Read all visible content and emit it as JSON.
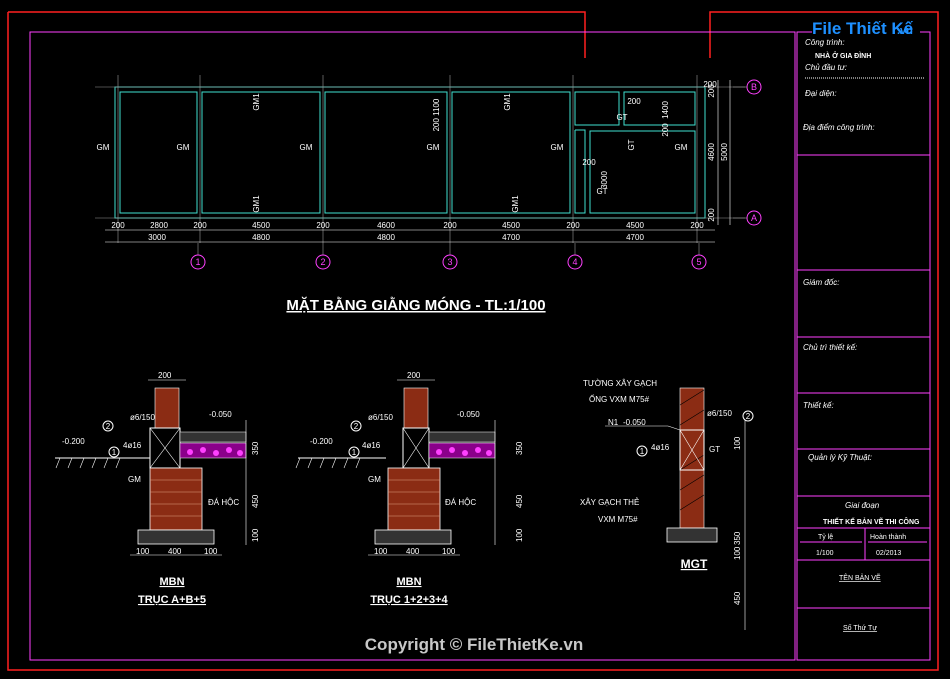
{
  "watermark": {
    "brand_a": "File",
    "brand_b": "Thiết Kế",
    "brand_c": ".vn"
  },
  "copyright": "Copyright © FileThietKe.vn",
  "plan": {
    "title": "MẶT BẰNG GIẰNG MÓNG - TL:1/100",
    "gm_labels": [
      "GM",
      "GM",
      "GM",
      "GM",
      "GM",
      "GM"
    ],
    "gm1_labels": [
      "GM1",
      "GM1",
      "GM1",
      "GM1"
    ],
    "gt_labels": [
      "GT",
      "GT",
      "GT"
    ],
    "row_axes": [
      "B",
      "A"
    ],
    "col_axes": [
      "1",
      "2",
      "3",
      "4",
      "5"
    ],
    "dims_row1": [
      "200",
      "2800",
      "200",
      "4500",
      "200",
      "4600",
      "200",
      "4500",
      "200",
      "4500",
      "200"
    ],
    "dims_row2": [
      "3000",
      "4800",
      "4800",
      "4700",
      "4700"
    ],
    "dims_right": [
      "200",
      "4600",
      "200",
      "5000"
    ],
    "dims_inner": [
      "200",
      "1400",
      "200",
      "3000",
      "200 1100",
      "200",
      "200"
    ]
  },
  "detail1": {
    "top": "200",
    "stirrup": "ø6/150",
    "bar": "4ø16",
    "level_top": "-0.050",
    "level_left": "-0.200",
    "gm": "GM",
    "stone": "ĐÁ HỘC",
    "dims_v": [
      "350",
      "450",
      "100"
    ],
    "dims_b": [
      "100",
      "400",
      "100"
    ],
    "axis": "1",
    "axis2": "2",
    "name": "MBN",
    "axes": "TRỤC A+B+5"
  },
  "detail2": {
    "top": "200",
    "stirrup": "ø6/150",
    "bar": "4ø16",
    "level_top": "-0.050",
    "level_left": "-0.200",
    "gm": "GM",
    "stone": "ĐÁ HỘC",
    "dims_v": [
      "350",
      "450",
      "100"
    ],
    "dims_b": [
      "100",
      "400",
      "100"
    ],
    "axis": "1",
    "axis2": "2",
    "name": "MBN",
    "axes": "TRỤC 1+2+3+4"
  },
  "detail3": {
    "wall": "TƯỜNG XÂY GẠCH",
    "mortar": "ỐNG  VXM M75#",
    "stirrup": "ø6/150",
    "level": "-0.050",
    "level_tag": "N1",
    "bar": "4ø16",
    "gt": "GT",
    "brick": "XÂY GẠCH THẺ",
    "brick_mortar": "VXM M75#",
    "dims_v": [
      "100",
      "350",
      "100",
      "450"
    ],
    "axis": "1",
    "axis2": "2",
    "name": "MGT"
  },
  "title_block": {
    "project_label": "Công trình:",
    "project_value": "NHÀ Ở GIA ĐÌNH",
    "owner_label": "Chủ đầu tư:",
    "rep_label": "Đại diện:",
    "location_label": "Địa điểm công trình:",
    "director_label": "Giám đốc:",
    "chief_label": "Chủ trì thiết kế:",
    "designer_label": "Thiết kế:",
    "tech_label": "Quản lý Kỹ Thuật:",
    "phase_label": "Giai đoạn",
    "phase_value": "THIẾT KẾ BẢN VẼ THI CÔNG",
    "scale_label": "Tỷ lệ",
    "scale_value": "1/100",
    "done_label": "Hoàn thành",
    "done_value": "02/2013",
    "sheet_name_label": "TÊN BẢN VẼ",
    "sheet_no_label": "Số Thứ Tự"
  },
  "colors": {
    "frame": "#ff40ff",
    "beam": "#40e0d0",
    "red": "#ff2020",
    "brick": "#8b2c14",
    "dim": "#ffffff"
  }
}
